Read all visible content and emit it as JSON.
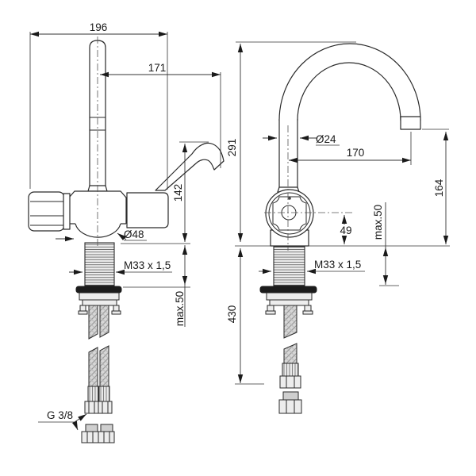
{
  "drawing": {
    "background": "#ffffff",
    "line_color": "#2a2a2a",
    "front_view": {
      "overall_width": "196",
      "spout_offset": "171",
      "spout_height": "142",
      "base_diameter": "Ø48",
      "shank_thread": "M33 x 1,5",
      "max_deck": "max.50",
      "hose_thread": "G 3/8"
    },
    "side_view": {
      "overall_height": "291",
      "spout_tube_diameter": "Ø24",
      "spout_reach": "170",
      "outlet_height": "164",
      "cartridge_axis_height": "49",
      "max_deck": "max.50",
      "shank_thread": "M33 x 1,5",
      "hose_length": "430"
    }
  }
}
